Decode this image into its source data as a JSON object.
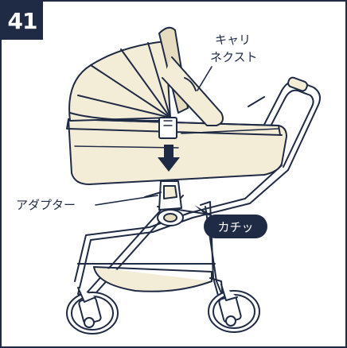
{
  "step": {
    "number": "41"
  },
  "labels": {
    "carrycot_line1": "キャリ",
    "carrycot_line2": "ネクスト",
    "adapter": "アダプター",
    "click_sound": "カチッ"
  },
  "colors": {
    "navy": "#1f2a44",
    "fabric": "#f3ecd6",
    "fabric_dark": "#e6dcbf",
    "frame": "#ffffff"
  }
}
